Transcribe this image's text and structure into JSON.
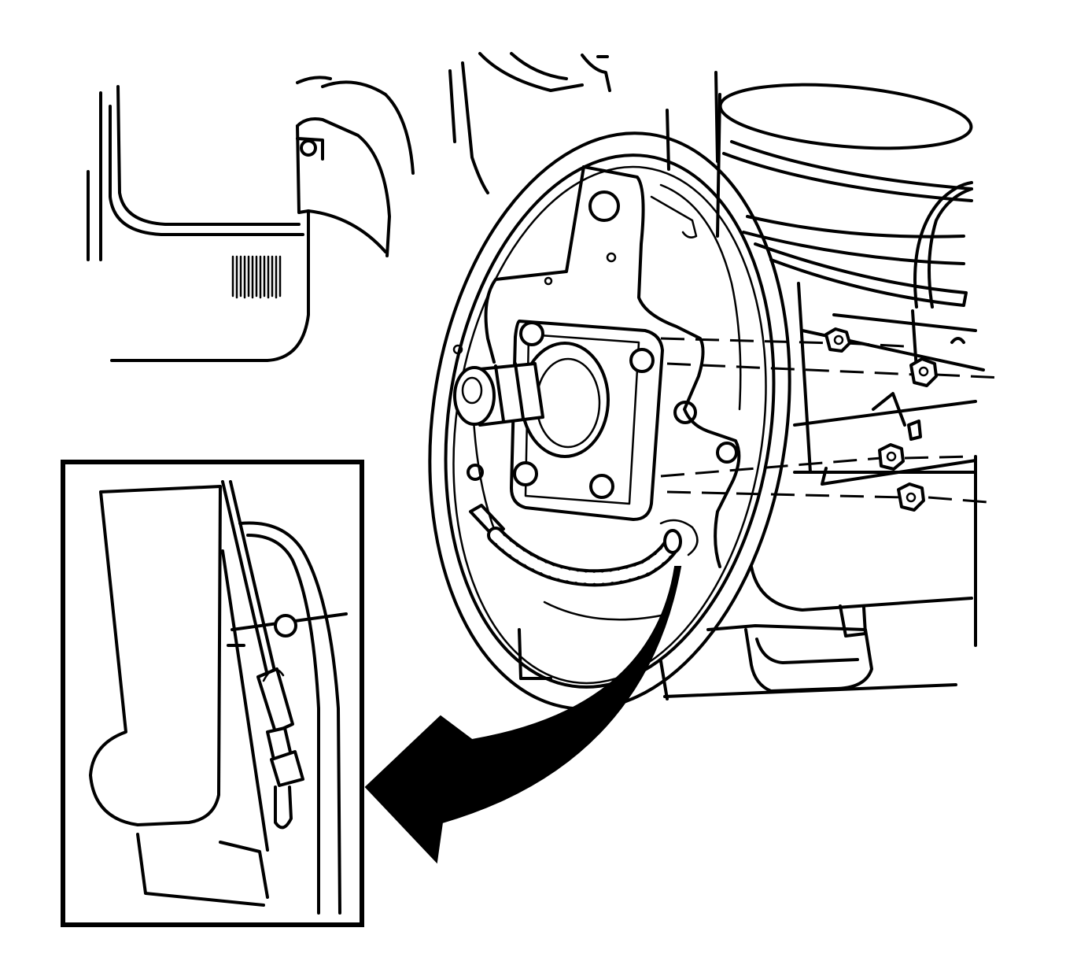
{
  "illustration": {
    "subject": "brake-backing-plate-removal",
    "colors": {
      "line": "#000000",
      "background": "#ffffff"
    },
    "icons": [
      "backing-plate",
      "wheel-spindle",
      "mounting-nut",
      "brake-pipe",
      "detail-inset",
      "callout-arrow"
    ]
  }
}
